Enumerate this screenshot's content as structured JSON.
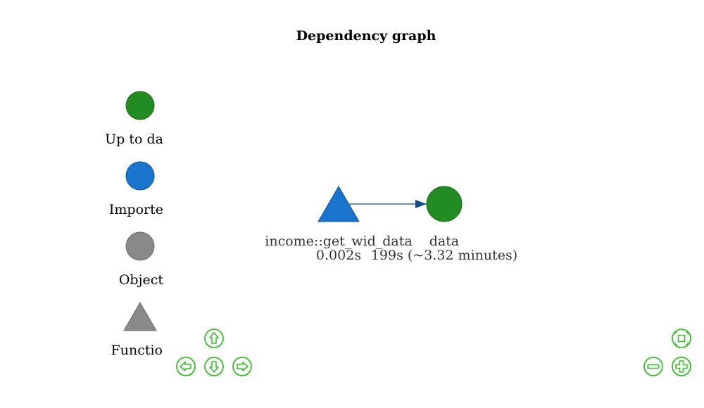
{
  "title": "Dependency graph",
  "legend": [
    {
      "label": "Up to da",
      "shape": "circle",
      "color": "#228B22"
    },
    {
      "label": "Importe",
      "shape": "circle",
      "color": "#1874CD"
    },
    {
      "label": "Object",
      "shape": "circle",
      "color": "#898989"
    },
    {
      "label": "Functio",
      "shape": "triangle",
      "color": "#898989"
    }
  ],
  "nodes": [
    {
      "label": "income::get_wid_data",
      "shape": "triangle",
      "color": "#1874CD",
      "time": "0.002s"
    },
    {
      "label": "data",
      "shape": "circle",
      "color": "#228B22",
      "time": "199s (~3.32 minutes)"
    }
  ],
  "edges": [
    {
      "from": "income::get_wid_data",
      "to": "data"
    }
  ],
  "navigation": {
    "up": "up-arrow-icon",
    "down": "down-arrow-icon",
    "left": "left-arrow-icon",
    "right": "right-arrow-icon",
    "fit": "fit-screen-icon",
    "zoom_out": "zoom-out-icon",
    "zoom_in": "zoom-in-icon",
    "color": "#3cbc2e"
  }
}
